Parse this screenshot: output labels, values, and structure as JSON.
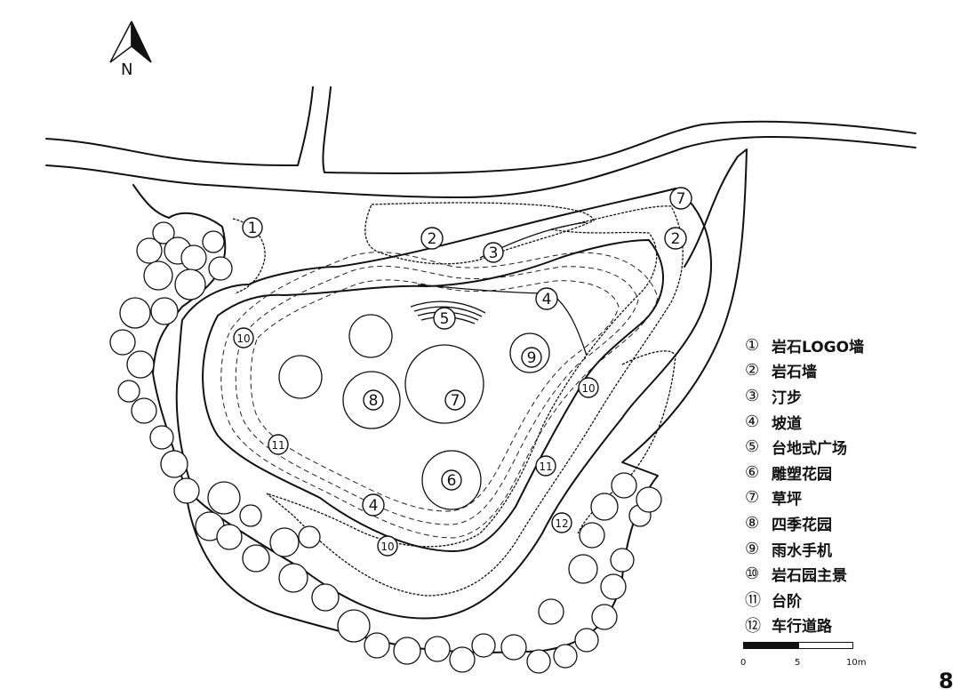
{
  "north": {
    "label": "N",
    "icon": "north-arrow-icon"
  },
  "markers": [
    {
      "id": "m1",
      "text": "1"
    },
    {
      "id": "m2a",
      "text": "2"
    },
    {
      "id": "m2b",
      "text": "2"
    },
    {
      "id": "m3",
      "text": "3"
    },
    {
      "id": "m4a",
      "text": "4"
    },
    {
      "id": "m4b",
      "text": "4"
    },
    {
      "id": "m5",
      "text": "5"
    },
    {
      "id": "m6",
      "text": "6"
    },
    {
      "id": "m7a",
      "text": "7"
    },
    {
      "id": "m7b",
      "text": "7"
    },
    {
      "id": "m8",
      "text": "8"
    },
    {
      "id": "m9",
      "text": "9"
    },
    {
      "id": "m10a",
      "text": "10"
    },
    {
      "id": "m10b",
      "text": "10"
    },
    {
      "id": "m10c",
      "text": "10"
    },
    {
      "id": "m11a",
      "text": "11"
    },
    {
      "id": "m11b",
      "text": "11"
    },
    {
      "id": "m12",
      "text": "12"
    }
  ],
  "legend": [
    {
      "num": "①",
      "label": "岩石LOGO墙"
    },
    {
      "num": "②",
      "label": "岩石墙"
    },
    {
      "num": "③",
      "label": "汀步"
    },
    {
      "num": "④",
      "label": "坡道"
    },
    {
      "num": "⑤",
      "label": "台地式广场"
    },
    {
      "num": "⑥",
      "label": "雕塑花园"
    },
    {
      "num": "⑦",
      "label": "草坪"
    },
    {
      "num": "⑧",
      "label": "四季花园"
    },
    {
      "num": "⑨",
      "label": "雨水手机"
    },
    {
      "num": "⑩",
      "label": "岩石园主景"
    },
    {
      "num": "⑪",
      "label": "台阶"
    },
    {
      "num": "⑫",
      "label": "车行道路"
    }
  ],
  "scale_bar": {
    "ticks": [
      "0",
      "5",
      "10m"
    ]
  },
  "page_number": "8"
}
